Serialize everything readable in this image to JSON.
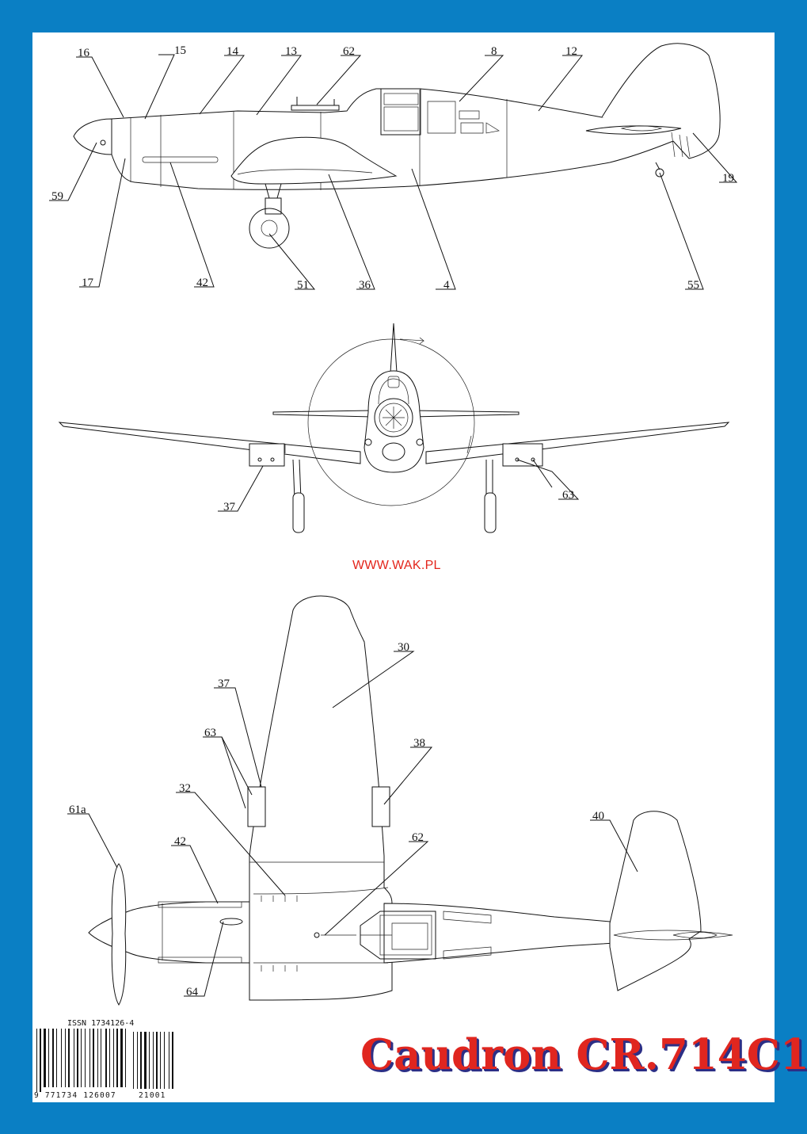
{
  "site_url": "WWW.WAK.PL",
  "model_title": "Caudron CR.714C1",
  "issn_text": "ISSN 1734126-4",
  "barcode_main_digits": "9 771734 126007",
  "barcode_addon_digits": "21001",
  "colors": {
    "frame": "#0a7fc4",
    "title_red": "#e0261f",
    "title_shadow": "#2c2f86",
    "url_red": "#e3251b"
  },
  "views": {
    "side_view": {
      "part_labels": [
        "16",
        "15",
        "14",
        "13",
        "62",
        "8",
        "12",
        "59",
        "19",
        "17",
        "42",
        "51",
        "36",
        "4",
        "55"
      ]
    },
    "front_view": {
      "part_labels": [
        "37",
        "63"
      ]
    },
    "top_view": {
      "part_labels": [
        "30",
        "37",
        "63",
        "38",
        "32",
        "61a",
        "42",
        "62",
        "40",
        "64"
      ]
    }
  }
}
